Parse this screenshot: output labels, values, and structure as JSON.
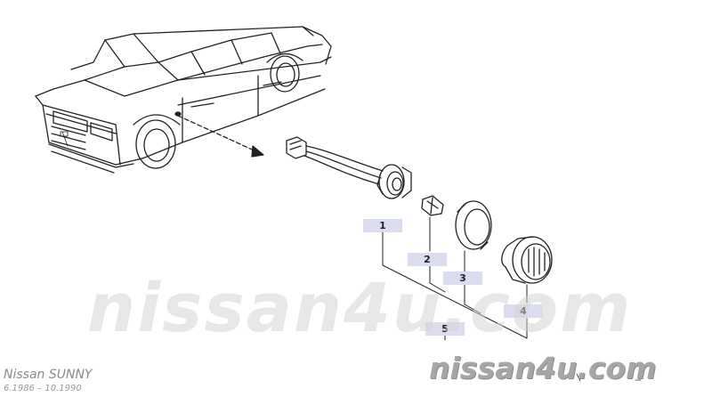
{
  "diagram": {
    "callouts": [
      "1",
      "2",
      "3",
      "4",
      "5"
    ]
  },
  "watermark": {
    "center_text": "nissan4u.com",
    "bottom_text": "nissan4u.com"
  },
  "footer": {
    "model": "Nissan SUNNY",
    "dates": "6.1986 – 10.1990"
  },
  "colors": {
    "line": "#222222",
    "callout_bg": "#dcdcf0",
    "watermark": "#a6a6a6"
  }
}
